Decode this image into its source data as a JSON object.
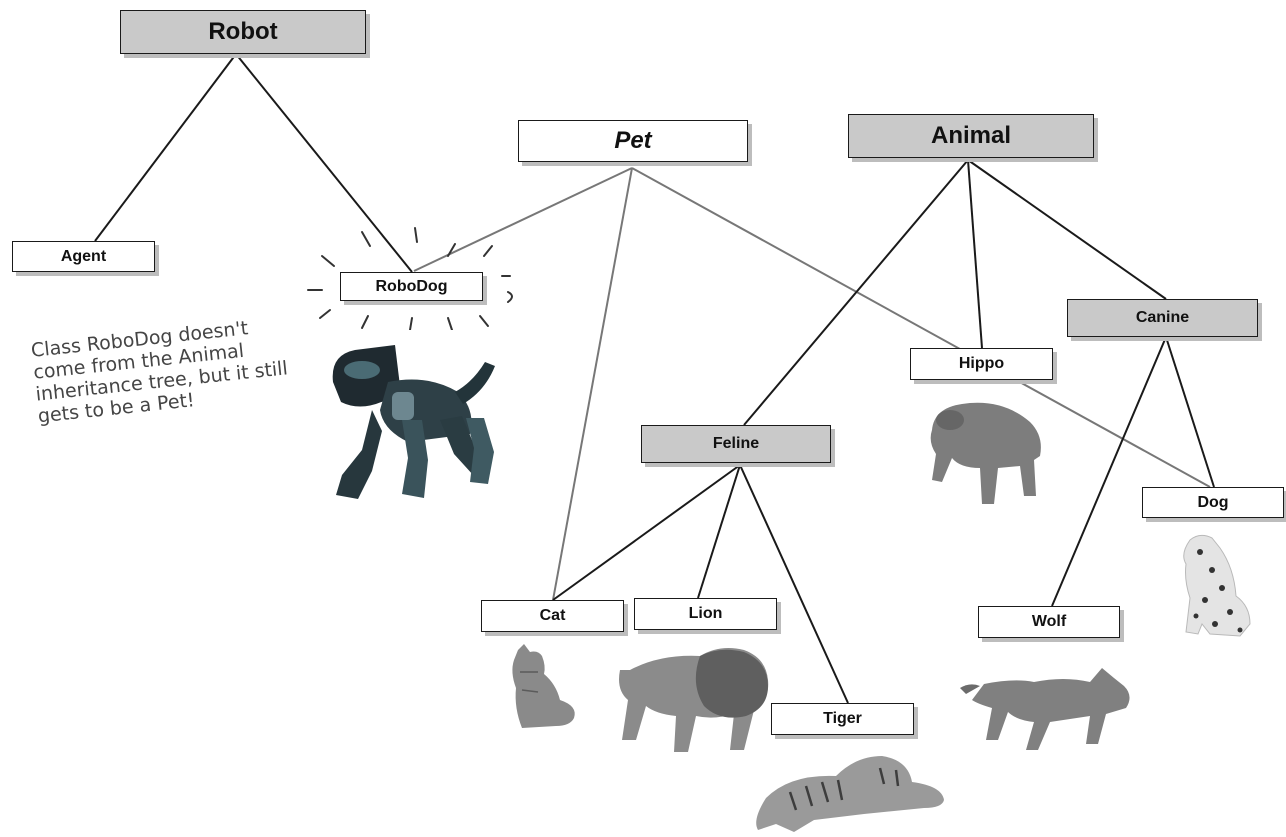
{
  "colors": {
    "gray_fill": "#c9c9c9",
    "white_fill": "#ffffff",
    "robot_edge": "#1a1a1a",
    "pet_edge": "#777777"
  },
  "nodes": {
    "robot": "Robot",
    "pet": "Pet",
    "animal": "Animal",
    "agent": "Agent",
    "robodog": "RoboDog",
    "canine": "Canine",
    "hippo": "Hippo",
    "feline": "Feline",
    "dog": "Dog",
    "cat": "Cat",
    "lion": "Lion",
    "wolf": "Wolf",
    "tiger": "Tiger"
  },
  "note_lines": [
    "Class RoboDog doesn't",
    "come from the Animal",
    "inheritance tree, but it still",
    "gets to be a Pet!"
  ],
  "edges": [
    {
      "from": "robot",
      "to": "agent",
      "kind": "black"
    },
    {
      "from": "robot",
      "to": "robodog",
      "kind": "black"
    },
    {
      "from": "pet",
      "to": "robodog",
      "kind": "gray"
    },
    {
      "from": "pet",
      "to": "cat",
      "kind": "gray"
    },
    {
      "from": "pet",
      "to": "dog",
      "kind": "gray"
    },
    {
      "from": "animal",
      "to": "feline",
      "kind": "black"
    },
    {
      "from": "animal",
      "to": "hippo",
      "kind": "black"
    },
    {
      "from": "animal",
      "to": "canine",
      "kind": "black"
    },
    {
      "from": "feline",
      "to": "cat",
      "kind": "black"
    },
    {
      "from": "feline",
      "to": "lion",
      "kind": "black"
    },
    {
      "from": "feline",
      "to": "tiger",
      "kind": "black"
    },
    {
      "from": "canine",
      "to": "wolf",
      "kind": "black"
    },
    {
      "from": "canine",
      "to": "dog",
      "kind": "black"
    }
  ],
  "pictures": [
    "robodog-photo",
    "hippo-photo",
    "dog-photo",
    "cat-photo",
    "lion-photo",
    "wolf-photo",
    "tiger-photo"
  ]
}
